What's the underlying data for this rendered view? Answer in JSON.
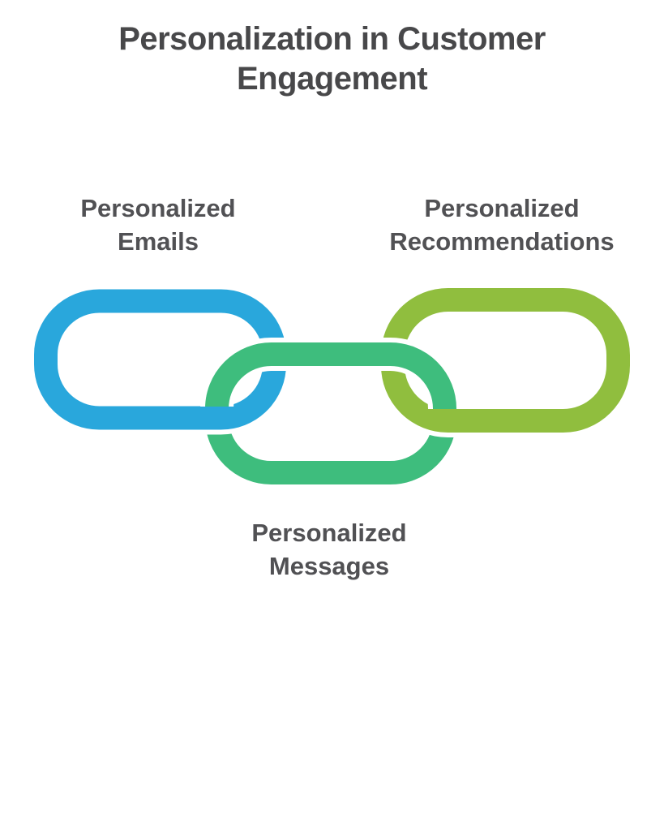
{
  "title": "Personalization in Customer Engagement",
  "diagram": {
    "background": "#ffffff",
    "title_color": "#48484a",
    "label_color": "#515154",
    "links": [
      {
        "id": "emails",
        "label_line1": "Personalized",
        "label_line2": "Emails",
        "color": "#29a7dc",
        "position": "left"
      },
      {
        "id": "messages",
        "label_line1": "Personalized",
        "label_line2": "Messages",
        "color": "#3ebd7d",
        "position": "center-bottom"
      },
      {
        "id": "recommendations",
        "label_line1": "Personalized",
        "label_line2": "Recommendations",
        "color": "#90be3e",
        "position": "right"
      }
    ]
  }
}
